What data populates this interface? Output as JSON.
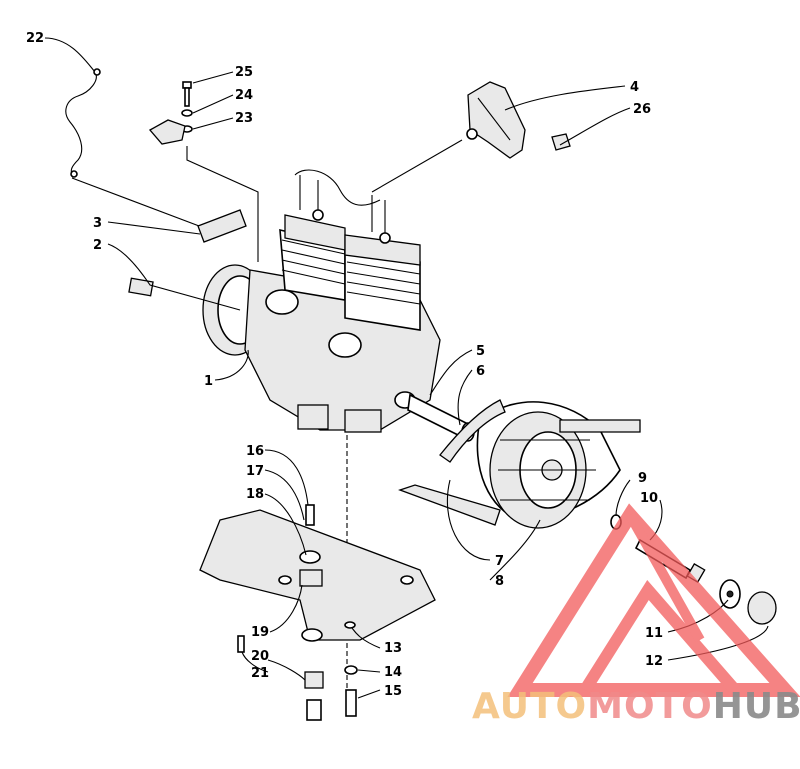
{
  "diagram": {
    "callouts": [
      {
        "id": "22",
        "text": "22"
      },
      {
        "id": "25",
        "text": "25"
      },
      {
        "id": "24",
        "text": "24"
      },
      {
        "id": "23",
        "text": "23"
      },
      {
        "id": "4",
        "text": "4"
      },
      {
        "id": "26",
        "text": "26"
      },
      {
        "id": "3",
        "text": "3"
      },
      {
        "id": "2",
        "text": "2"
      },
      {
        "id": "1",
        "text": "1"
      },
      {
        "id": "5",
        "text": "5"
      },
      {
        "id": "6",
        "text": "6"
      },
      {
        "id": "16",
        "text": "16"
      },
      {
        "id": "17",
        "text": "17"
      },
      {
        "id": "18",
        "text": "18"
      },
      {
        "id": "9",
        "text": "9"
      },
      {
        "id": "10",
        "text": "10"
      },
      {
        "id": "7",
        "text": "7"
      },
      {
        "id": "8",
        "text": "8"
      },
      {
        "id": "19",
        "text": "19"
      },
      {
        "id": "13",
        "text": "13"
      },
      {
        "id": "20",
        "text": "20"
      },
      {
        "id": "21",
        "text": "21"
      },
      {
        "id": "14",
        "text": "14"
      },
      {
        "id": "15",
        "text": "15"
      },
      {
        "id": "11",
        "text": "11"
      },
      {
        "id": "12",
        "text": "12"
      }
    ]
  },
  "watermark": {
    "auto": "AUTO",
    "moto": "MOTO",
    "hub": "HUB",
    "colors": {
      "auto": "#f3c07a",
      "moto": "#f08a8a",
      "hub": "#8a8a8a",
      "triangle": "#f25a5a"
    }
  }
}
